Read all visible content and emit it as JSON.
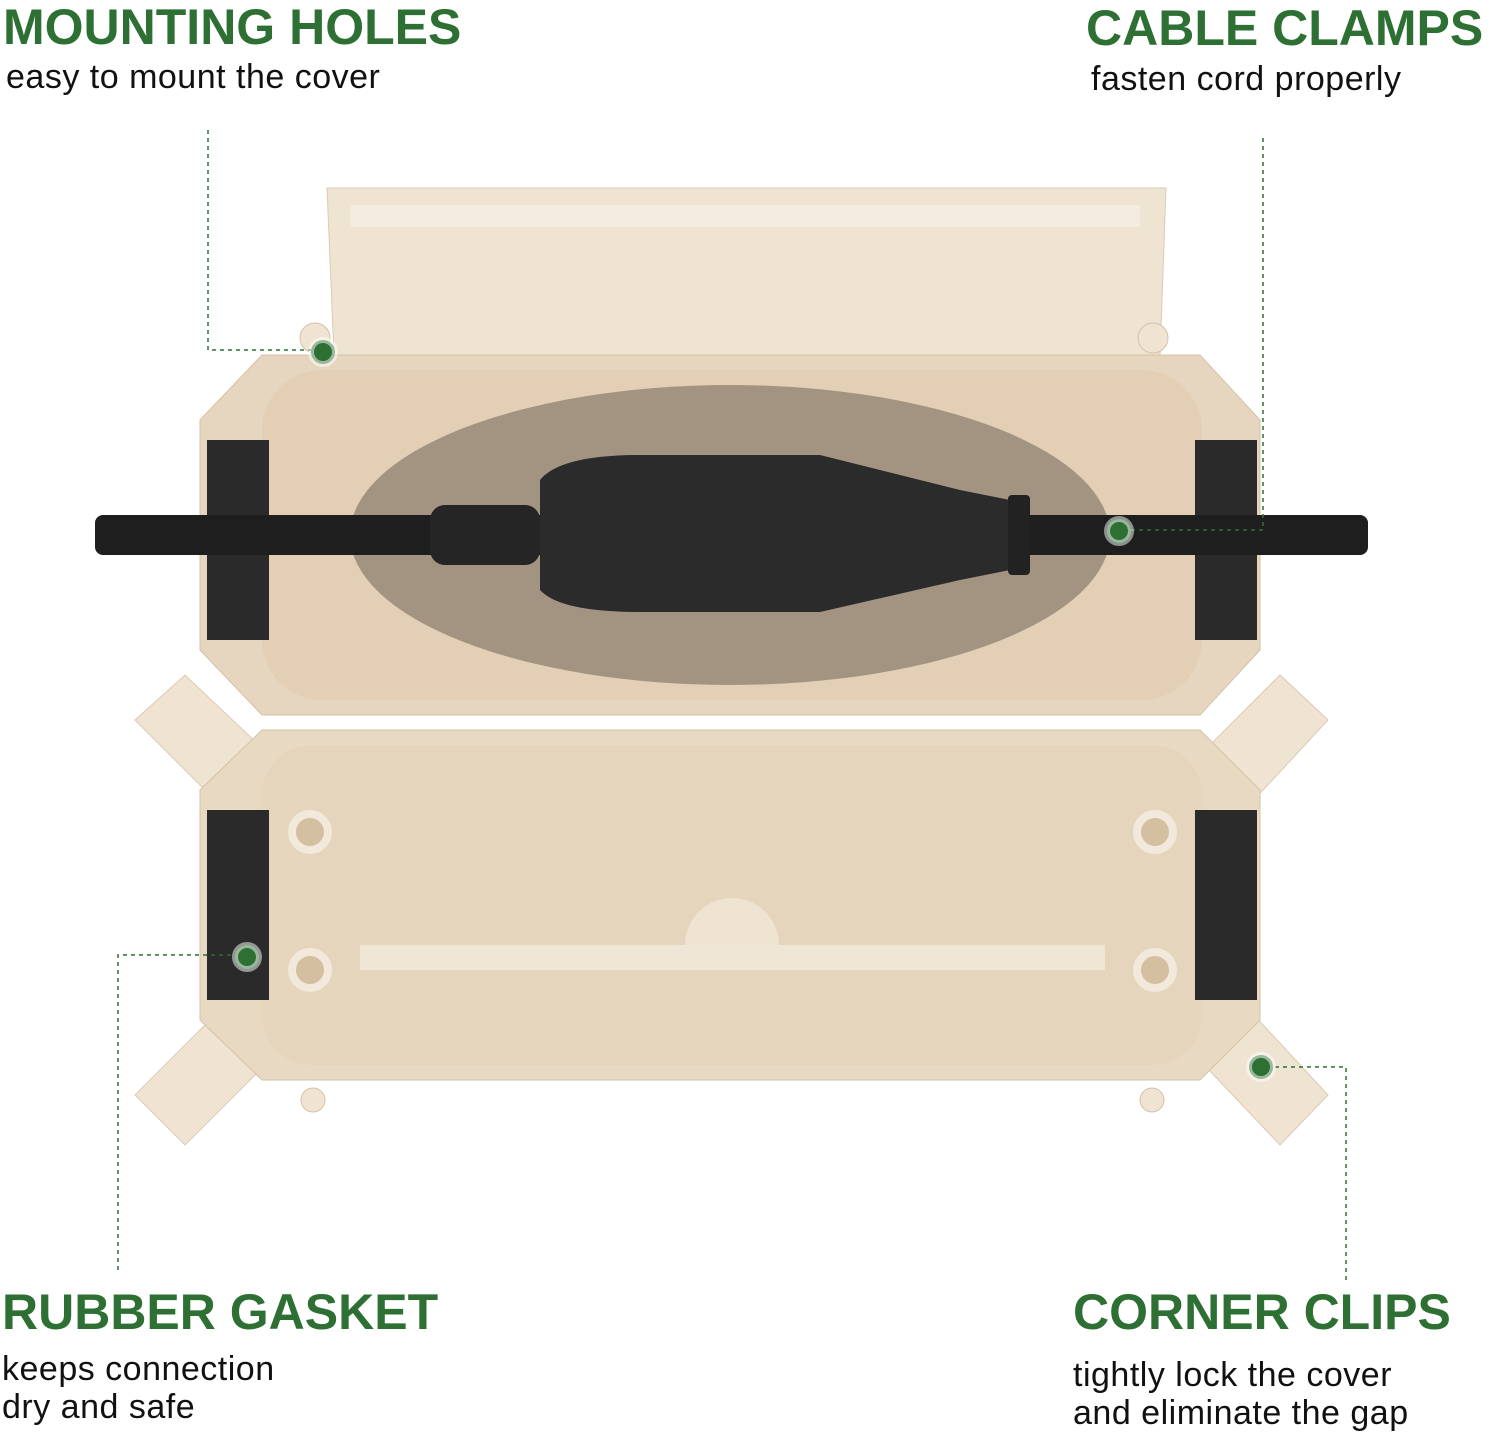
{
  "features": [
    {
      "title": "MOUNTING HOLES",
      "desc": "easy to mount the cover"
    },
    {
      "title": "CABLE CLAMPS",
      "desc": "fasten cord properly"
    },
    {
      "title": "RUBBER GASKET",
      "desc": "keeps connection dry and safe"
    },
    {
      "title": "CORNER CLIPS",
      "desc": "tightly lock the cover and eliminate the gap"
    }
  ],
  "colors": {
    "accent": "#2e7034",
    "beige": "#eadcc8",
    "cable": "#1e1e1e"
  }
}
